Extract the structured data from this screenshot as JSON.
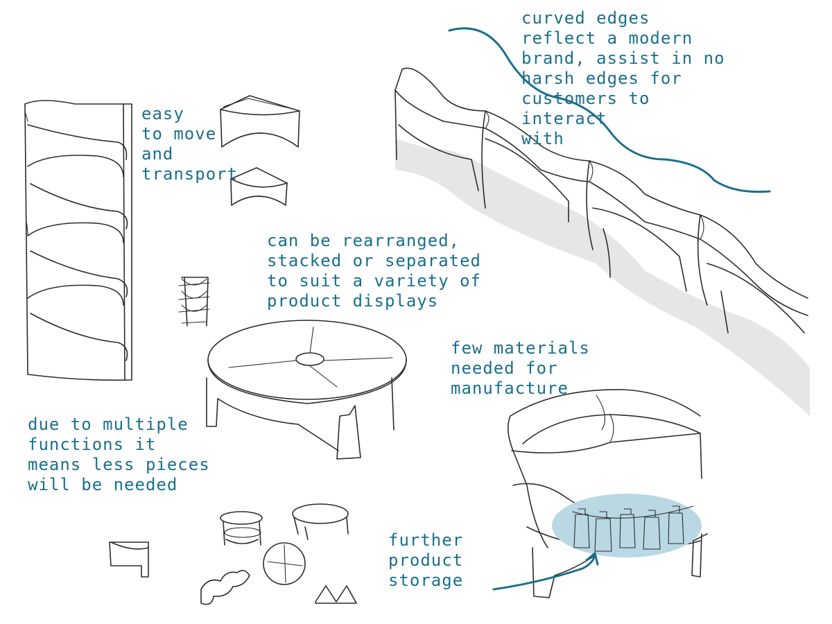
{
  "colors": {
    "ink": "#2b2b2b",
    "annotation": "#1a6f8c",
    "highlight": "#b9d8e3",
    "shadow": "#e6e6e6",
    "background": "#ffffff"
  },
  "annotations": {
    "easy_move": "easy\nto move\nand\ntransport",
    "rearranged": "can be rearranged,\nstacked or separated\nto suit a variety of\nproduct displays",
    "curved_edges": "curved edges\nreflect a modern\nbrand, assist in no\nharsh edges for\ncustomers to\ninteract\nwith",
    "few_materials": "few materials\nneeded for\nmanufacture",
    "multiple_functions": "due to multiple\nfunctions it\nmeans less pieces\nwill be needed",
    "further_storage": "further\nproduct\nstorage"
  },
  "sketches": [
    "tall-shelf-unit",
    "small-unit-top",
    "small-unit-bottom",
    "mini-stack",
    "round-table",
    "wavy-shelf-run",
    "half-round-storage-unit",
    "small-shapes-cluster"
  ]
}
